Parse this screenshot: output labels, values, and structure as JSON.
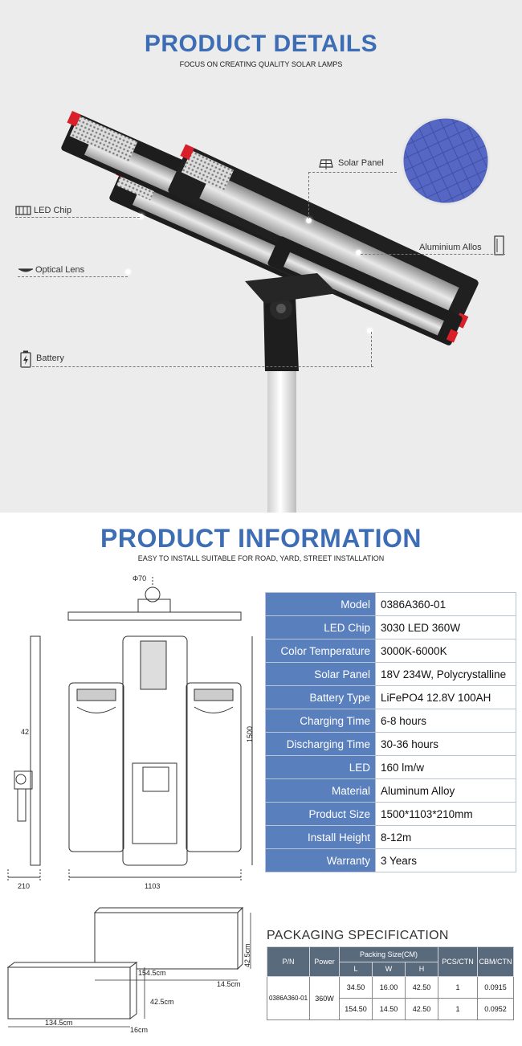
{
  "details": {
    "title": "PRODUCT DETAILS",
    "subtitle": "FOCUS ON CREATING QUALITY SOLAR LAMPS",
    "callouts": {
      "solar_panel": "Solar Panel",
      "led_chip": "LED Chip",
      "aluminium": "Aluminium Allos",
      "optical_lens": "Optical Lens",
      "battery": "Battery"
    }
  },
  "information": {
    "title": "PRODUCT INFORMATION",
    "subtitle": "EASY TO INSTALL SUITABLE FOR ROAD, YARD, STREET INSTALLATION",
    "drawing": {
      "phi": "Φ70",
      "depth": "42",
      "height": "1500",
      "width_side": "210",
      "width_front": "1103"
    },
    "specs": [
      {
        "k": "Model",
        "v": "0386A360-01"
      },
      {
        "k": "LED Chip",
        "v": "3030 LED 360W"
      },
      {
        "k": "Color Temperature",
        "v": "3000K-6000K"
      },
      {
        "k": "Solar Panel",
        "v": "18V 234W, Polycrystalline"
      },
      {
        "k": "Battery Type",
        "v": "LiFePO4 12.8V 100AH"
      },
      {
        "k": "Charging Time",
        "v": "6-8 hours"
      },
      {
        "k": "Discharging Time",
        "v": "30-36 hours"
      },
      {
        "k": "LED",
        "v": "160 lm/w"
      },
      {
        "k": "Material",
        "v": "Aluminum Alloy"
      },
      {
        "k": "Product Size",
        "v": "1500*1103*210mm"
      },
      {
        "k": "Install Height",
        "v": "8-12m"
      },
      {
        "k": "Warranty",
        "v": "3 Years"
      }
    ]
  },
  "packaging": {
    "title": "PACKAGING SPECIFICATION",
    "boxes": {
      "box1": {
        "l": "154.5cm",
        "w": "14.5cm",
        "h": "42.5cm"
      },
      "box2": {
        "l": "134.5cm",
        "w": "16cm",
        "h": "42.5cm"
      }
    },
    "headers": {
      "pn": "P/N",
      "power": "Power",
      "size": "Packing Size(CM)",
      "l": "L",
      "w": "W",
      "h": "H",
      "pcs": "PCS/CTN",
      "cbm": "CBM/CTN"
    },
    "row": {
      "pn": "0386A360-01",
      "power": "360W",
      "items": [
        {
          "l": "34.50",
          "w": "16.00",
          "h": "42.50",
          "pcs": "1",
          "cbm": "0.0915"
        },
        {
          "l": "154.50",
          "w": "14.50",
          "h": "42.50",
          "pcs": "1",
          "cbm": "0.0952"
        }
      ]
    }
  },
  "colors": {
    "accent": "#3d6db5",
    "table_key": "#5a7fbd",
    "table_head": "#5a6a7d"
  }
}
